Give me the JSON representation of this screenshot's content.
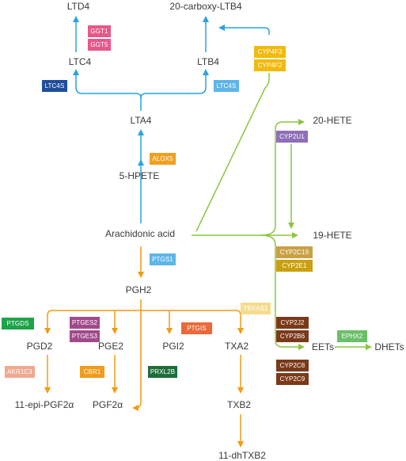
{
  "colors": {
    "blue": "#29a3dc",
    "green": "#8cc63f",
    "orange": "#f39c12"
  },
  "nodes": {
    "ltd4": "LTD4",
    "carboxy_ltb4": "20-carboxy-LTB4",
    "ltc4": "LTC4",
    "ltb4": "LTB4",
    "lta4": "LTA4",
    "hpete": "5-HPETE",
    "arachidonic": "Arachidonic acid",
    "pgh2": "PGH2",
    "hete20": "20-HETE",
    "hete19": "19-HETE",
    "pgd2": "PGD2",
    "pge2": "PGE2",
    "pgi2": "PGI2",
    "txa2": "TXA2",
    "eets": "EETs",
    "dhets": "DHETs",
    "epi_pgf2a": "11-epi-PGF2α",
    "pgf2a": "PGF2α",
    "txb2": "TXB2",
    "dhtxb2": "11-dhTXB2"
  },
  "enzymes": {
    "ggt1": {
      "label": "GGT1",
      "color": "#e8578a"
    },
    "ggt5": {
      "label": "GGT5",
      "color": "#e8578a"
    },
    "cyp4f3": {
      "label": "CYP4F3",
      "color": "#f2b90f"
    },
    "cyp4f2": {
      "label": "CYP4F2",
      "color": "#f2b90f"
    },
    "ltc4s_left": {
      "label": "LTC4S",
      "color": "#1f4e9c"
    },
    "ltc4s_right": {
      "label": "LTC4S",
      "color": "#5db5e8"
    },
    "cyp2u1": {
      "label": "CYP2U1",
      "color": "#8e6fb8"
    },
    "alox5": {
      "label": "ALOX5",
      "color": "#f0a020"
    },
    "ptgs1": {
      "label": "PTGS1",
      "color": "#5db5e8"
    },
    "cyp2c19": {
      "label": "CYP2C19",
      "color": "#c9a045"
    },
    "cyp2e1": {
      "label": "CYP2E1",
      "color": "#c9a010"
    },
    "tbxas1": {
      "label": "TBXAS1",
      "color": "#f5dc8c"
    },
    "ptgds": {
      "label": "PTGDS",
      "color": "#1fa34a"
    },
    "ptges2": {
      "label": "PTGES2",
      "color": "#a04a8c"
    },
    "ptges3": {
      "label": "PTGES3",
      "color": "#a04a8c"
    },
    "ptgis": {
      "label": "PTGIS",
      "color": "#ea6a3a"
    },
    "cyp2j2": {
      "label": "CYP2J2",
      "color": "#7a3a1a"
    },
    "cyp2b6": {
      "label": "CYP2B6",
      "color": "#7a3a1a"
    },
    "ephx2": {
      "label": "EPHX2",
      "color": "#6abf69"
    },
    "akr1c3": {
      "label": "AKR1C3",
      "color": "#f0a890"
    },
    "cbr1": {
      "label": "CBR1",
      "color": "#f29a1a"
    },
    "prxl2b": {
      "label": "PRXL2B",
      "color": "#1e6e3a"
    },
    "cyp2c8": {
      "label": "CYP2C8",
      "color": "#7a3a1a"
    },
    "cyp2c9": {
      "label": "CYP2C9",
      "color": "#7a3a1a"
    }
  }
}
